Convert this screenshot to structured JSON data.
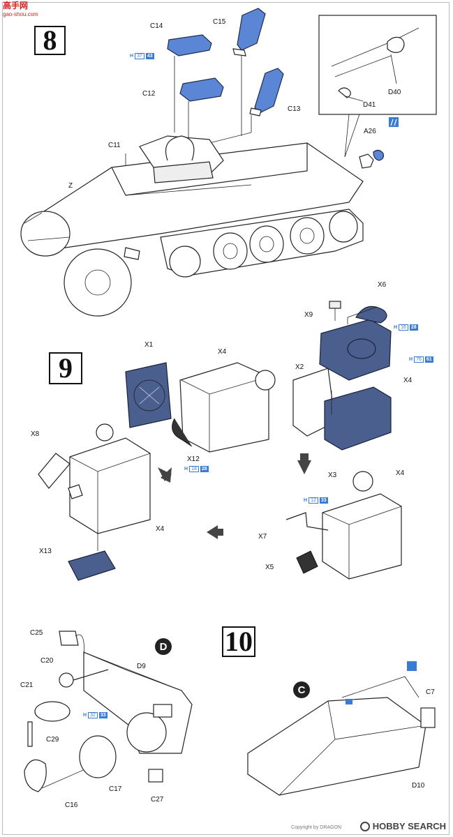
{
  "header": {
    "site_logo": "高手网",
    "site_url": "gao-shou.com"
  },
  "steps": {
    "s8": "8",
    "s9": "9",
    "s10": "10"
  },
  "parts": {
    "C14": "C14",
    "C15": "C15",
    "C12": "C12",
    "C13": "C13",
    "C11": "C11",
    "Z": "Z",
    "D40": "D40",
    "D41": "D41",
    "A26": "A26",
    "X1": "X1",
    "X4a": "X4",
    "X6": "X6",
    "X9": "X9",
    "X2": "X2",
    "X4b": "X4",
    "X8": "X8",
    "X12": "X12",
    "X4c": "X4",
    "X3": "X3",
    "X4d": "X4",
    "X13": "X13",
    "X7": "X7",
    "X5": "X5",
    "C25": "C25",
    "C20": "C20",
    "D9": "D9",
    "C21": "C21",
    "C29": "C29",
    "C17": "C17",
    "C16": "C16",
    "C27": "C27",
    "C7": "C7",
    "D10": "D10"
  },
  "paint_refs": [
    {
      "h": "H",
      "a": "37",
      "b": "43"
    },
    {
      "h": "H",
      "a": "16",
      "b": "28"
    },
    {
      "h": "H",
      "a": "76",
      "b": "61"
    },
    {
      "h": "H",
      "a": "18",
      "b": "28"
    },
    {
      "h": "H",
      "a": "12",
      "b": "33"
    },
    {
      "h": "H",
      "a": "32",
      "b": "33"
    }
  ],
  "sprue_letters": {
    "D": "D",
    "C": "C"
  },
  "footer": {
    "credit": "Copyright by DRAGON",
    "watermark": "HOBBY SEARCH"
  },
  "colors": {
    "part_blue": "#5b86d6",
    "part_navy": "#4a5f8e",
    "paint_ref_blue": "#3a7bd5",
    "logo_red": "#d61e1e"
  }
}
